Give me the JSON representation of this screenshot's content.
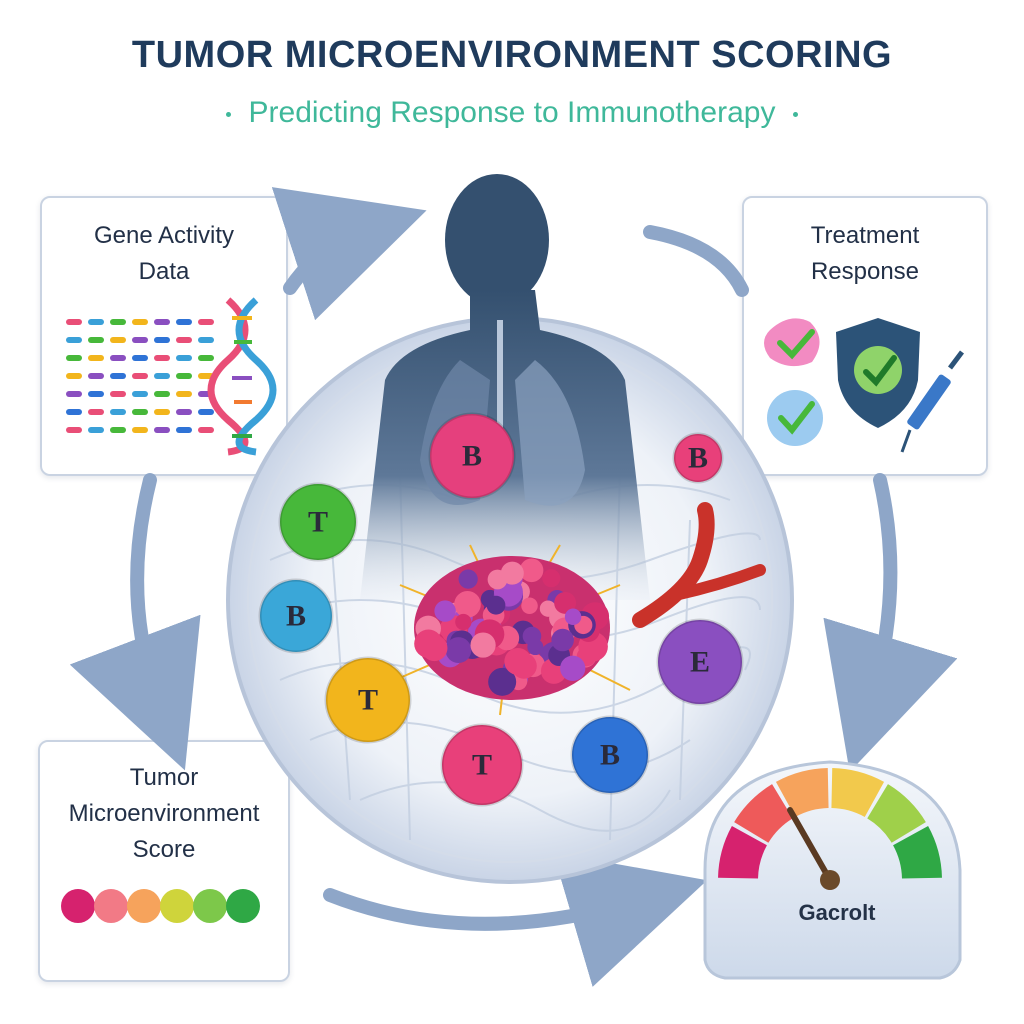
{
  "header": {
    "title": "TUMOR MICROENVIRONMENT SCORING",
    "subtitle": "Predicting Response to Immunotherapy"
  },
  "panels": {
    "gene_activity": {
      "title": "Gene Activity\nData"
    },
    "treatment_response": {
      "title": "Treatment\nResponse"
    },
    "tme_score": {
      "title": "Tumor\nMicroenvironment\nScore"
    }
  },
  "cells": [
    {
      "letter": "T",
      "color": "#47b83a"
    },
    {
      "letter": "B",
      "color": "#3aa7d8"
    },
    {
      "letter": "T",
      "color": "#f2b51c"
    },
    {
      "letter": "T",
      "color": "#e8407a"
    },
    {
      "letter": "B",
      "color": "#2f73d6"
    },
    {
      "letter": "E",
      "color": "#8a4fc0"
    },
    {
      "letter": "B",
      "color": "#e8407a"
    },
    {
      "letter": "B",
      "color": "#e5407d"
    }
  ],
  "gauge": {
    "label": "Gacrolt"
  },
  "colors": {
    "title": "#1f3b5c",
    "subtitle": "#3fb89a",
    "arrow": "#8ea6c8",
    "silhouette": "#3c5878",
    "score_scale": [
      "#d6226e",
      "#f27a86",
      "#f6a35c",
      "#cfd43b",
      "#7dc84a",
      "#2fa845"
    ]
  },
  "icons": [
    "dna-icon",
    "check-icon",
    "shield-icon",
    "syringe-icon",
    "gauge-icon",
    "tumor-icon",
    "blood-vessel-icon",
    "human-silhouette-icon"
  ]
}
